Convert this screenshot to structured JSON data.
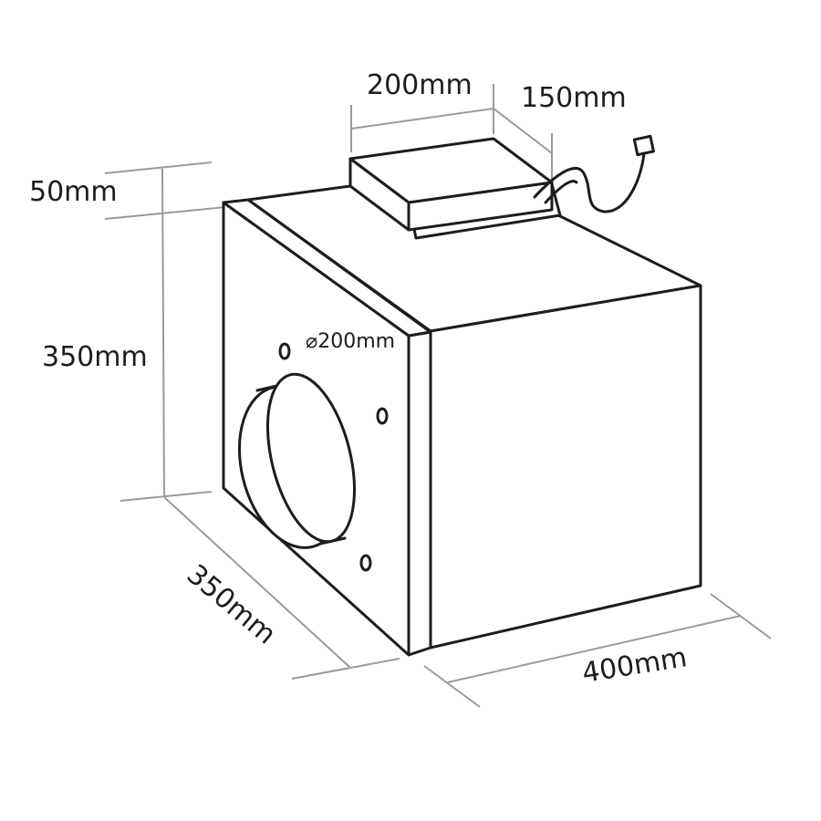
{
  "dimensions": {
    "top_width": "200mm",
    "top_depth": "150mm",
    "top_height": "50mm",
    "body_height": "350mm",
    "body_depth": "350mm",
    "body_width": "400mm",
    "outlet_diameter": "⌀200mm"
  },
  "colors": {
    "outline": "#1d1d1b",
    "dimension_lines": "#9a9a9a",
    "background": "#ffffff"
  }
}
